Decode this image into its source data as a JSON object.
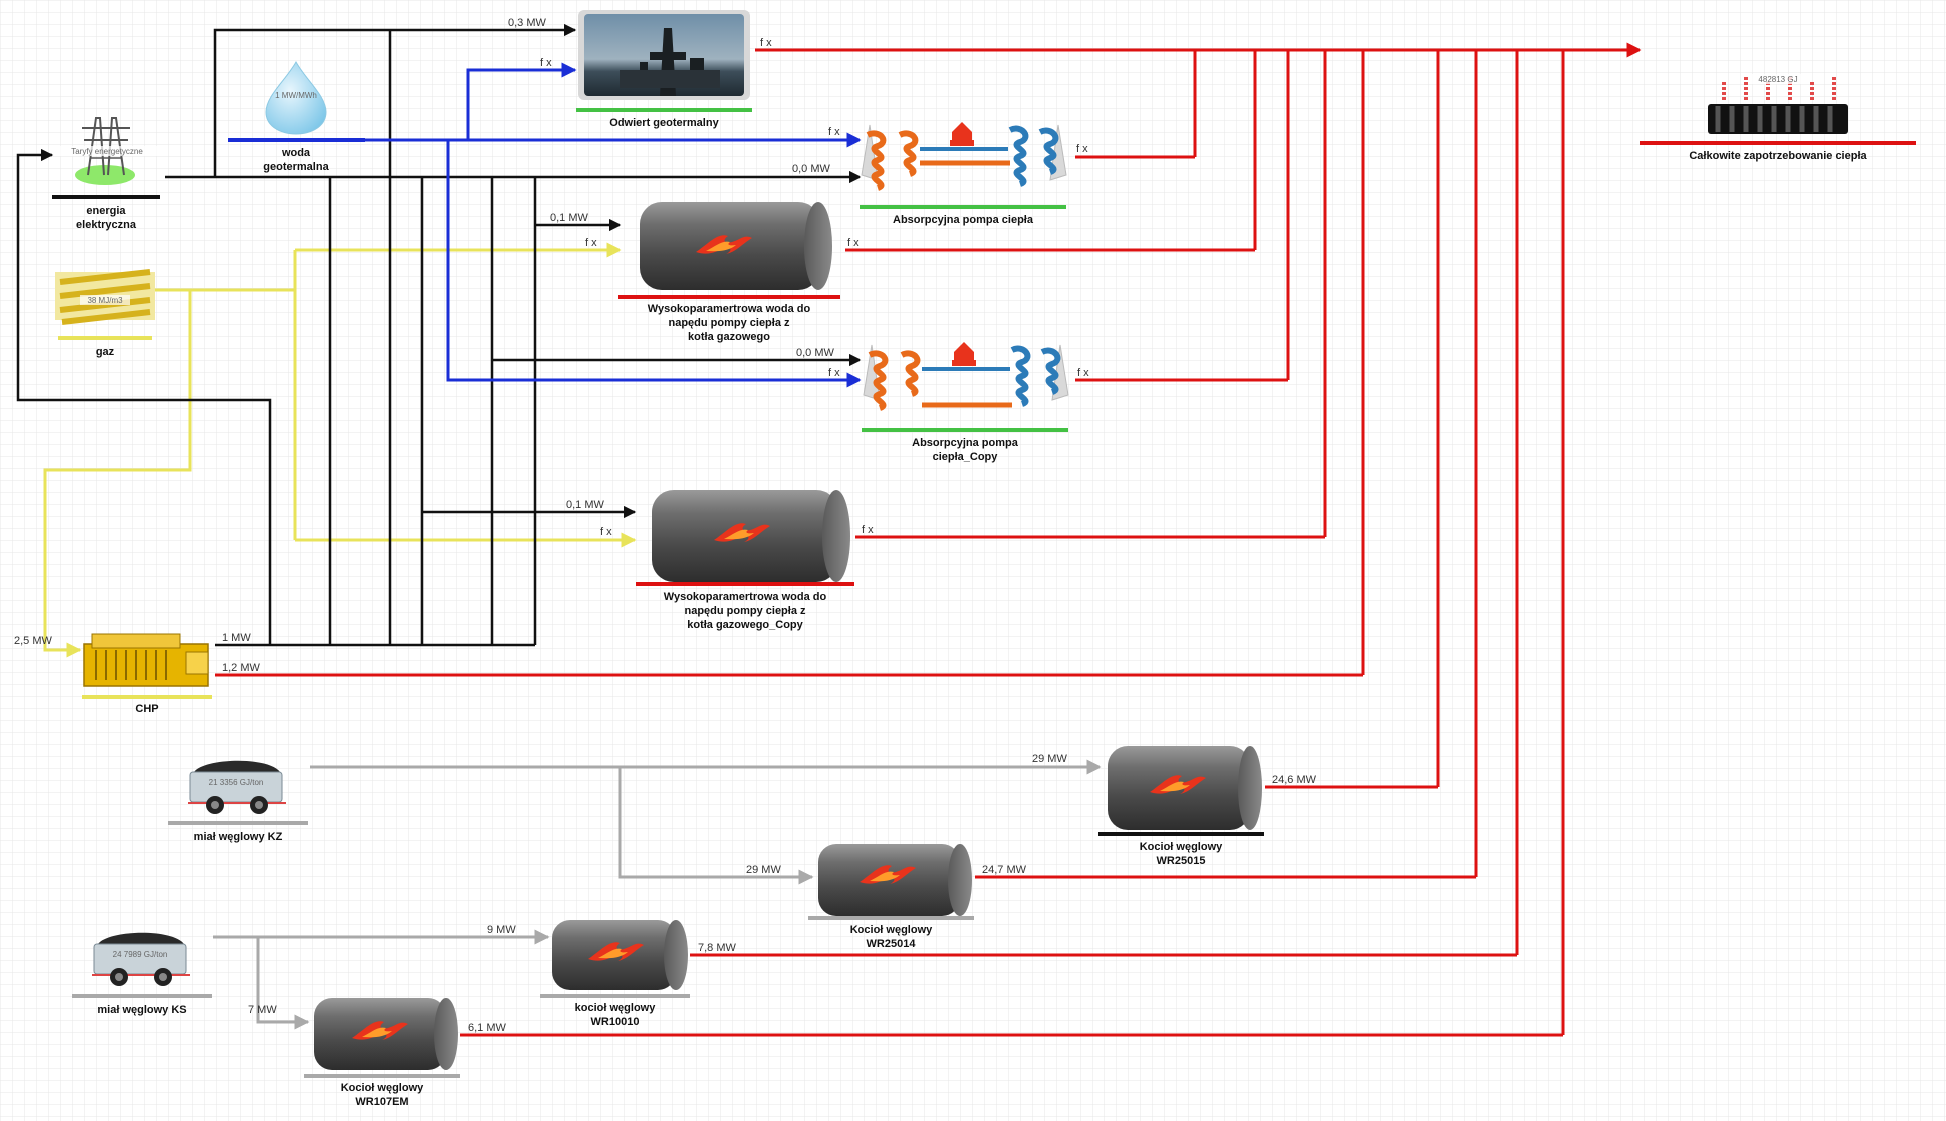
{
  "colors": {
    "heat": "#dd1111",
    "electric": "#111111",
    "geo": "#1a2ed6",
    "gas": "#e8e35a",
    "coal": "#a9a9a9"
  },
  "nodes": {
    "energy": {
      "label1": "energia",
      "label2": "elektryczna",
      "inner": "Taryfy energetyczne"
    },
    "water": {
      "label1": "woda",
      "label2": "geotermalna",
      "inner": "1 MW/MWh"
    },
    "gas": {
      "label": "gaz",
      "inner": "38 MJ/m3"
    },
    "chp": {
      "label": "CHP"
    },
    "geo_well": {
      "label": "Odwiert geotermalny"
    },
    "pump1": {
      "label": "Absorpcyjna pompa ciepła"
    },
    "pump2": {
      "label1": "Absorpcyjna pompa",
      "label2": "ciepła_Copy"
    },
    "boiler1": {
      "line1": "Wysokoparamertrowa woda do",
      "line2": "napędu pompy ciepła z",
      "line3": "kotła gazowego"
    },
    "boiler2": {
      "line1": "Wysokoparamertrowa woda do",
      "line2": "napędu pompy ciepła z",
      "line3": "kotła gazowego_Copy"
    },
    "demand": {
      "label": "Całkowite zapotrzebowanie ciepła",
      "inner": "482813 GJ"
    },
    "coal_kz": {
      "label": "miał węglowy KZ",
      "inner": "21 3356 GJ/ton"
    },
    "coal_ks": {
      "label": "miał węglowy KS",
      "inner": "24 7989 GJ/ton"
    },
    "wr25015": {
      "line1": "Kocioł węglowy",
      "line2": "WR25015"
    },
    "wr25014": {
      "line1": "Kocioł węglowy",
      "line2": "WR25014"
    },
    "wr10010": {
      "line1": "kocioł węglowy",
      "line2": "WR10010"
    },
    "wr107em": {
      "line1": "Kocioł węglowy",
      "line2": "WR107EM"
    }
  },
  "flows": {
    "geo_elec": "0,3 MW",
    "geo_in": "f x",
    "geo_out": "f x",
    "pump1_geo": "f x",
    "pump1_elec": "0,0 MW",
    "pump1_out": "f x",
    "boiler1_elec": "0,1 MW",
    "boiler1_gas": "f x",
    "boiler1_out": "f x",
    "pump2_elec": "0,0 MW",
    "pump2_geo": "f x",
    "pump2_out": "f x",
    "boiler2_elec": "0,1 MW",
    "boiler2_gas": "f x",
    "boiler2_out": "f x",
    "chp_in": "2,5 MW",
    "chp_elec": "1 MW",
    "chp_heat": "1,2 MW",
    "wr25015_in": "29 MW",
    "wr25015_out": "24,6 MW",
    "wr25014_in": "29 MW",
    "wr25014_out": "24,7 MW",
    "wr10010_in": "9 MW",
    "wr10010_out": "7,8 MW",
    "wr107em_in": "7 MW",
    "wr107em_out": "6,1 MW"
  }
}
